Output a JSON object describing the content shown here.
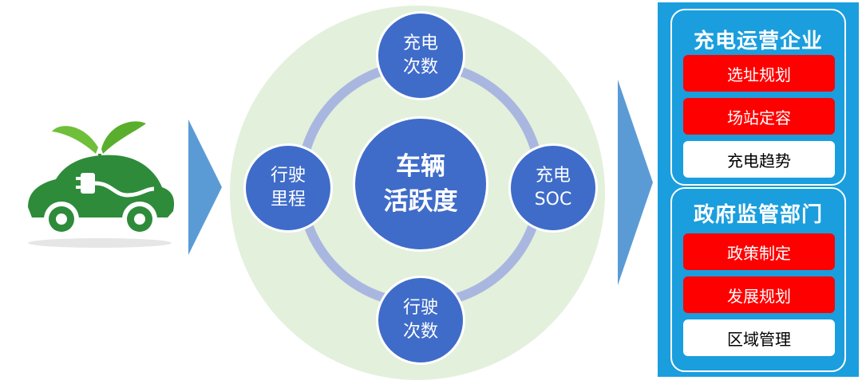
{
  "diagram": {
    "center": {
      "line1": "车辆",
      "line2": "活跃度"
    },
    "nodes": {
      "top": {
        "line1": "充电",
        "line2": "次数"
      },
      "right": {
        "line1": "充电",
        "line2": "SOC"
      },
      "bottom": {
        "line1": "行驶",
        "line2": "次数"
      },
      "left": {
        "line1": "行驶",
        "line2": "里程"
      }
    }
  },
  "panel": {
    "group_a": {
      "title": "充电运营企业",
      "items": [
        "选址规划",
        "场站定容",
        "充电趋势"
      ]
    },
    "group_b": {
      "title": "政府监管部门",
      "items": [
        "政策制定",
        "发展规划",
        "区域管理"
      ]
    }
  },
  "colors": {
    "node_blue": "#3f6cc9",
    "ring": "#a9b7e0",
    "background_circle": "#e3f0dc",
    "panel_blue": "#1a9ede",
    "highlight_red": "#ff0000",
    "car_green": "#2e8b3a",
    "arrow_blue": "#5b9bd5"
  },
  "icons": {
    "car": "electric-car-icon",
    "arrow": "right-arrow-icon"
  }
}
